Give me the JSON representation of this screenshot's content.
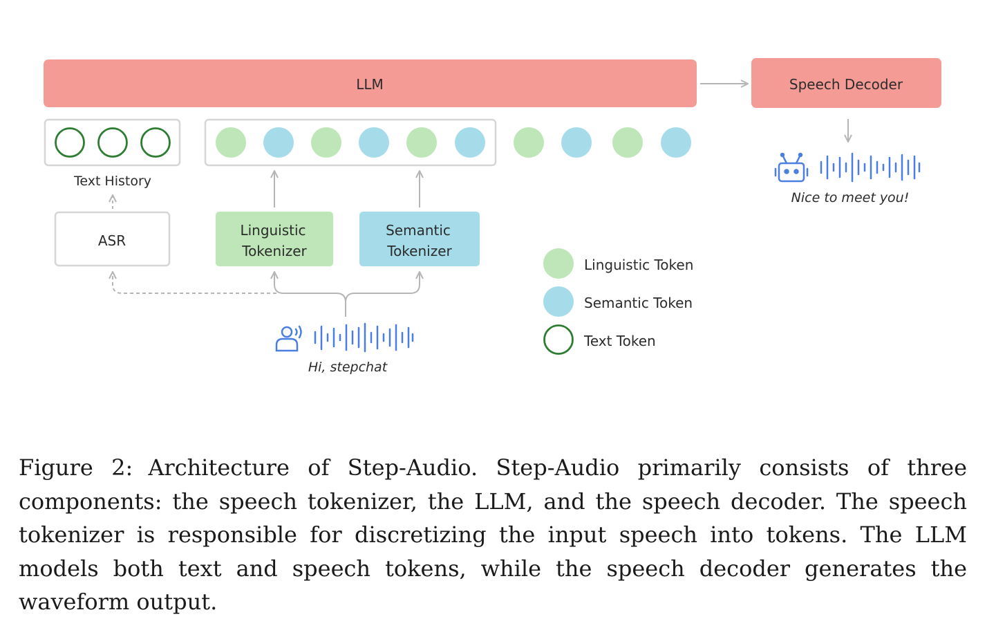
{
  "llm_label": "LLM",
  "decoder_label": "Speech Decoder",
  "text_history_label": "Text History",
  "asr_label": "ASR",
  "linguistic_tokenizer_lines": [
    "Linguistic",
    "Tokenizer"
  ],
  "semantic_tokenizer_lines": [
    "Semantic",
    "Tokenizer"
  ],
  "input_utterance": "Hi, stepchat",
  "output_utterance": "Nice to meet you!",
  "legend": {
    "linguistic": "Linguistic Token",
    "semantic": "Semantic Token",
    "text": "Text Token"
  },
  "colors": {
    "llm_fill": "#f59b96",
    "linguistic": "#bfe6b8",
    "semantic": "#a6dcea",
    "text_ring": "#2e7d32",
    "waveform": "#4a7fe0",
    "arrow": "#b5b5b5"
  },
  "icons": {
    "speaker": "user-speaking-icon",
    "robot": "robot-icon"
  },
  "caption": {
    "label": "Figure 2:",
    "text": "Architecture of Step-Audio. Step-Audio primarily consists of three components: the speech tokenizer, the LLM, and the speech decoder. The speech tokenizer is responsible for discretizing the input speech into tokens. The LLM models both text and speech tokens, while the speech decoder generates the waveform output."
  }
}
